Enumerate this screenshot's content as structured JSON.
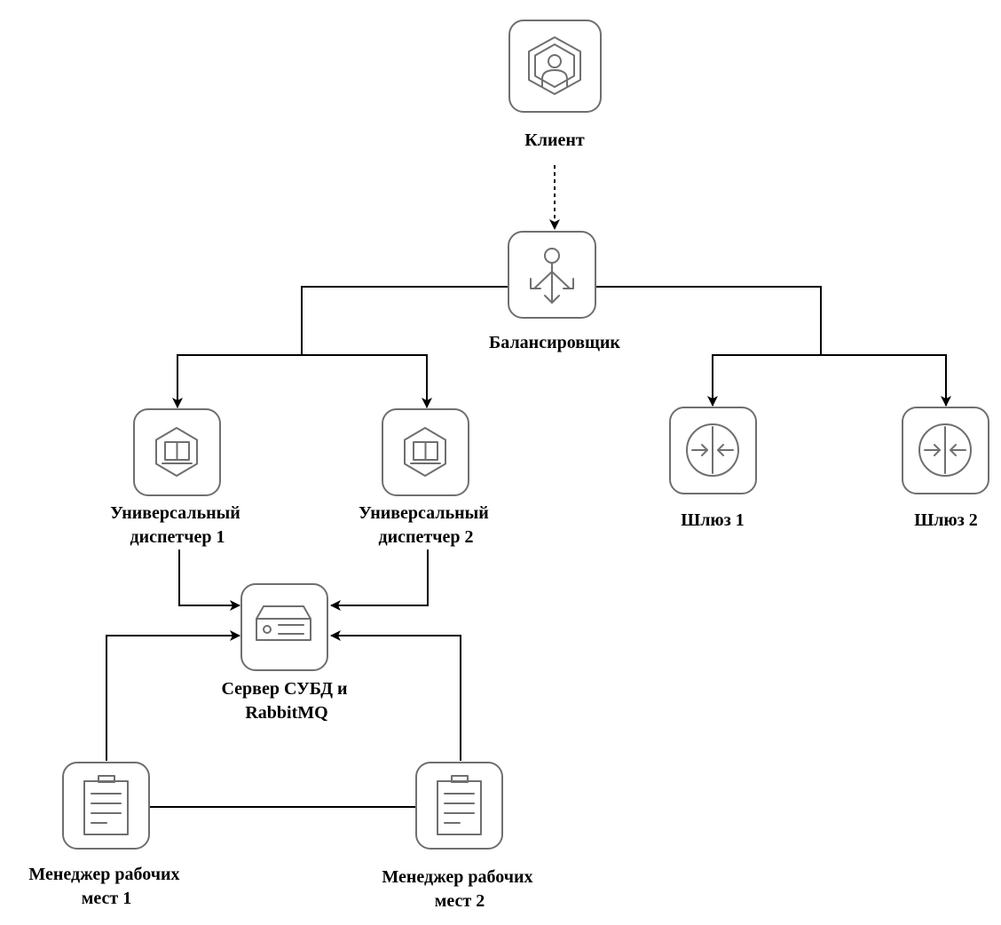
{
  "nodes": {
    "client": {
      "label": [
        "Клиент"
      ]
    },
    "balancer": {
      "label": [
        "Балансировщик"
      ]
    },
    "dispatcher1": {
      "label": [
        "Универсальный",
        "диспетчер 1"
      ]
    },
    "dispatcher2": {
      "label": [
        "Универсальный",
        "диспетчер 2"
      ]
    },
    "gateway1": {
      "label": [
        "Шлюз 1"
      ]
    },
    "gateway2": {
      "label": [
        "Шлюз 2"
      ]
    },
    "db_server": {
      "label": [
        "Сервер СУБД и",
        "RabbitMQ"
      ]
    },
    "manager1": {
      "label": [
        "Менеджер рабочих",
        "мест 1"
      ]
    },
    "manager2": {
      "label": [
        "Менеджер рабочих",
        "мест 2"
      ]
    }
  },
  "edges": [
    {
      "from": "client",
      "to": "balancer",
      "style": "dashed",
      "arrow": true
    },
    {
      "from": "balancer",
      "to": "dispatcher1",
      "style": "solid",
      "arrow": true
    },
    {
      "from": "balancer",
      "to": "dispatcher2",
      "style": "solid",
      "arrow": true
    },
    {
      "from": "balancer",
      "to": "gateway1",
      "style": "solid",
      "arrow": true
    },
    {
      "from": "balancer",
      "to": "gateway2",
      "style": "solid",
      "arrow": true
    },
    {
      "from": "dispatcher1",
      "to": "db_server",
      "style": "solid",
      "arrow": true
    },
    {
      "from": "dispatcher2",
      "to": "db_server",
      "style": "solid",
      "arrow": true
    },
    {
      "from": "manager1",
      "to": "db_server",
      "style": "solid",
      "arrow": true
    },
    {
      "from": "manager2",
      "to": "db_server",
      "style": "solid",
      "arrow": true
    },
    {
      "from": "manager1",
      "to": "manager2",
      "style": "solid",
      "arrow": false
    }
  ],
  "colors": {
    "icon_stroke": "#6f6f6f",
    "line": "#000000",
    "background": "#ffffff"
  }
}
